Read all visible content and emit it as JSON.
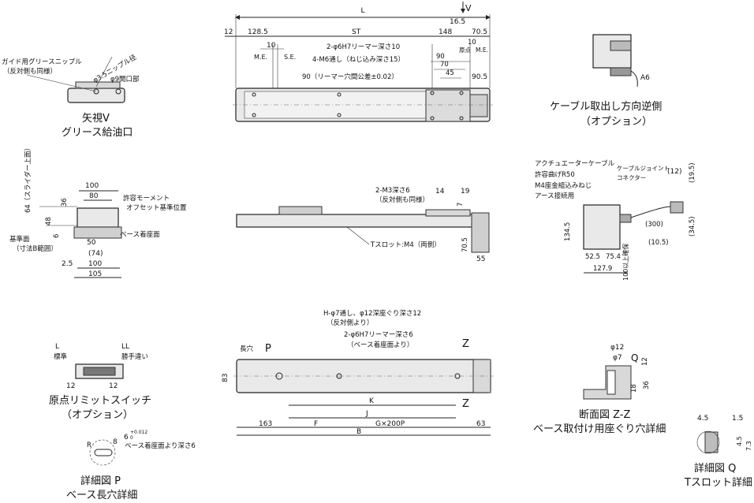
{
  "top": {
    "dims": {
      "L": "L",
      "d12": "12",
      "d128_5": "128.5",
      "ST": "ST",
      "d148": "148",
      "d70_5": "70.5",
      "d16_5": "16.5",
      "V": "V",
      "d10a": "10",
      "ME_left": "M.E.",
      "SE": "S.E.",
      "reamer": "2-φ6H7リーマー深さ10",
      "m6": "4-M6通し（ねじ込み深さ15）",
      "d90a": "90",
      "d70": "70",
      "d45": "45",
      "d10b": "10",
      "genten": "原点",
      "ME_right": "M.E.",
      "d90b": "90（リーマー穴間公差±0.02）",
      "d90_5": "90.5"
    }
  },
  "viewV": {
    "guide_label_1": "ガイド用グリースニップル",
    "guide_label_2": "（反対側も同様）",
    "nipple": "φ3.5ニップル径",
    "opening": "φ9開口部",
    "caption1": "矢視V",
    "caption2": "グリース給油口"
  },
  "cable": {
    "caption1": "ケーブル取出し方向逆側",
    "caption2": "（オプション）",
    "a6": "A6"
  },
  "left": {
    "d64": "64（スライダー上面）",
    "d36": "36",
    "d48": "48",
    "d6": "6",
    "d100a": "100",
    "d80": "80",
    "moment1": "許容モーメント",
    "moment2": "オフセット基準位置",
    "ref1": "基準面",
    "ref2": "（寸法B範囲）",
    "base": "ベース着座面",
    "d50": "50",
    "d74": "(74)",
    "d2_5": "2.5",
    "d100b": "100",
    "d105": "105"
  },
  "side": {
    "m3a": "2-M3深さ6",
    "m3b": "（反対側も同様）",
    "d14": "14",
    "d19": "19",
    "d7": "7",
    "tslot": "Tスロット:M4（両側）",
    "d70_5": "70.5",
    "d55": "55"
  },
  "right": {
    "act1": "アクチュエーターケーブル",
    "act2": "許容曲げR50",
    "joint1": "ケーブルジョイント",
    "joint2": "コネクター",
    "d12": "(12)",
    "d19_5": "(19.5)",
    "m4a": "M4座金組込みねじ",
    "m4b": "アース接続用",
    "d134_5": "134.5",
    "d300": "(300)",
    "d34_5": "(34.5)",
    "d10_5": "(10.5)",
    "d52_5": "52.5",
    "d75_4": "75.4",
    "d127_9": "127.9",
    "d100": "100以上確保"
  },
  "switch": {
    "L": "L",
    "Lstd": "標準",
    "LL": "LL",
    "LLstd": "勝手違い",
    "d12a": "12",
    "d12b": "12",
    "caption1": "原点リミットスイッチ",
    "caption2": "（オプション）"
  },
  "bottom": {
    "hole1": "H-φ7通し、φ12深座ぐり深さ12",
    "hole2": "（反対側より）",
    "reamer1": "2-φ6H7リーマー深さ6",
    "reamer2": "（ベース着座面より）",
    "Z1": "Z",
    "Z2": "Z",
    "slot": "長穴",
    "P": "P",
    "d83": "83",
    "K": "K",
    "J": "J",
    "d163": "163",
    "F": "F",
    "G": "G×200P",
    "d63": "63",
    "B": "B"
  },
  "detailP": {
    "R": "R",
    "d8": "8",
    "d6": "6",
    "tol": "+0.012",
    "tol0": "0",
    "depth": "ベース着座面より深さ6",
    "caption1": "詳細図 P",
    "caption2": "ベース長穴詳細"
  },
  "sectionZ": {
    "d12": "φ12",
    "d7": "φ7",
    "Q": "Q",
    "d12b": "12",
    "d18": "18",
    "d36": "36",
    "caption1": "断面図 Z-Z",
    "caption2": "ベース取付け用座ぐり穴詳細"
  },
  "detailQ": {
    "d4_5": "4.5",
    "d1_5": "1.5",
    "d4_5v": "4.5",
    "d7_3": "7.3",
    "caption1": "詳細図 Q",
    "caption2": "Tスロット詳細"
  }
}
